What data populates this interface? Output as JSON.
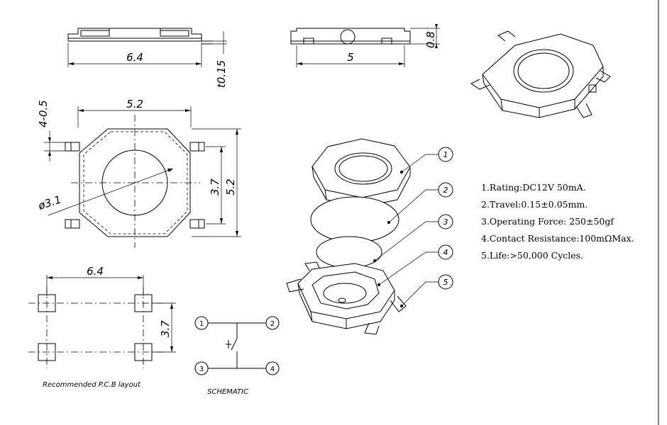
{
  "top_view": {
    "width_dim": "6.4",
    "thickness_dim": "t0.15"
  },
  "side_view": {
    "width_dim": "5",
    "height_dim": "0.8"
  },
  "plan_view": {
    "top_dim": "5.2",
    "lead_dim": "4-0.5",
    "inner_dim": "3.7",
    "outer_dim": "5.2",
    "diameter_dim": "ø3.1"
  },
  "pcb_layout": {
    "width_dim": "6.4",
    "height_dim": "3.7",
    "caption": "Recommended P.C.B layout"
  },
  "schematic": {
    "caption": "SCHEMATIC",
    "pins": [
      "1",
      "2",
      "3",
      "4"
    ]
  },
  "exploded": {
    "callouts": [
      "1",
      "2",
      "3",
      "4",
      "5"
    ]
  },
  "specs": [
    "1.Rating:DC12V 50mA.",
    "2.Travel:0.15±0.05mm.",
    "3.Operating Force: 250±50gf",
    "4.Contact Resistance:100mΩMax.",
    "5.Life:>50,000 Cycles."
  ]
}
